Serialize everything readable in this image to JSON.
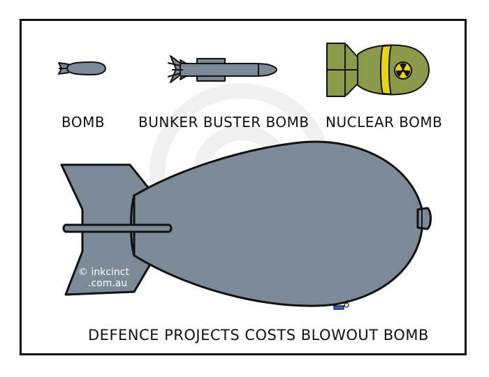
{
  "labels": {
    "bomb": "BOMB",
    "bunker_buster": "BUNKER BUSTER BOMB",
    "nuclear": "NUCLEAR BOMB",
    "caption": "DEFENCE PROJECTS COSTS BLOWOUT BOMB"
  },
  "credit": {
    "line1": "© inkcinct",
    "line2": ".com.au"
  },
  "colors": {
    "bomb_grey": "#7b8a96",
    "nuclear_green": "#8a9a4a",
    "nuclear_stripe": "#e8d31c",
    "outline": "#111111"
  },
  "icons": {
    "radiation": "radiation-symbol-icon",
    "watermark": "copyright-watermark-icon"
  }
}
